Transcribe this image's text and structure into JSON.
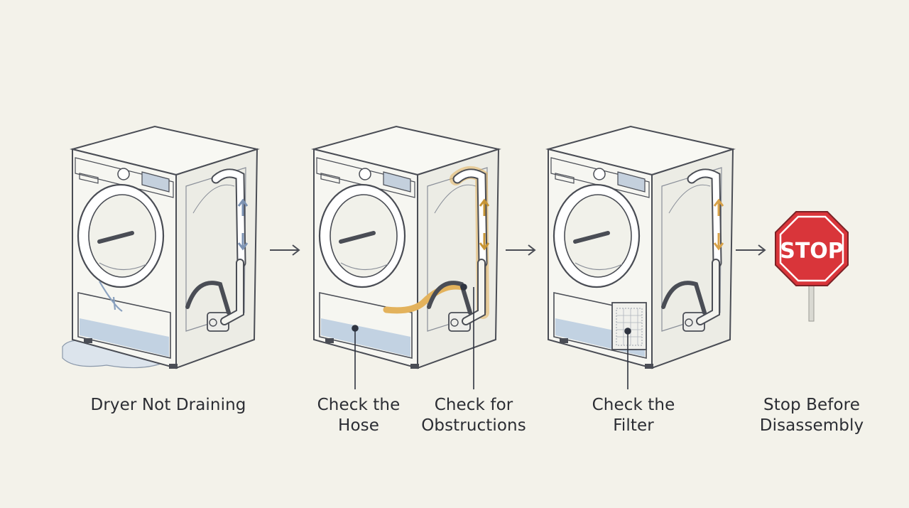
{
  "steps": [
    {
      "label": "Dryer Not Draining"
    },
    {
      "label": "Check the\nHose"
    },
    {
      "label": "Check for\nObstructions"
    },
    {
      "label": "Check the\nFilter"
    },
    {
      "label": "Stop Before\nDisassembly"
    }
  ],
  "stop_sign": {
    "text": "STOP"
  },
  "colors": {
    "background": "#f3f2ea",
    "line": "#4a4d55",
    "water": "#b8c9dc",
    "highlight": "#e3b25c",
    "arrow_blue": "#7d93b3",
    "stop_red": "#d9353a"
  },
  "icons": [
    "dryer-icon",
    "flow-arrow-icon",
    "stop-sign-icon",
    "callout-pointer-icon"
  ]
}
